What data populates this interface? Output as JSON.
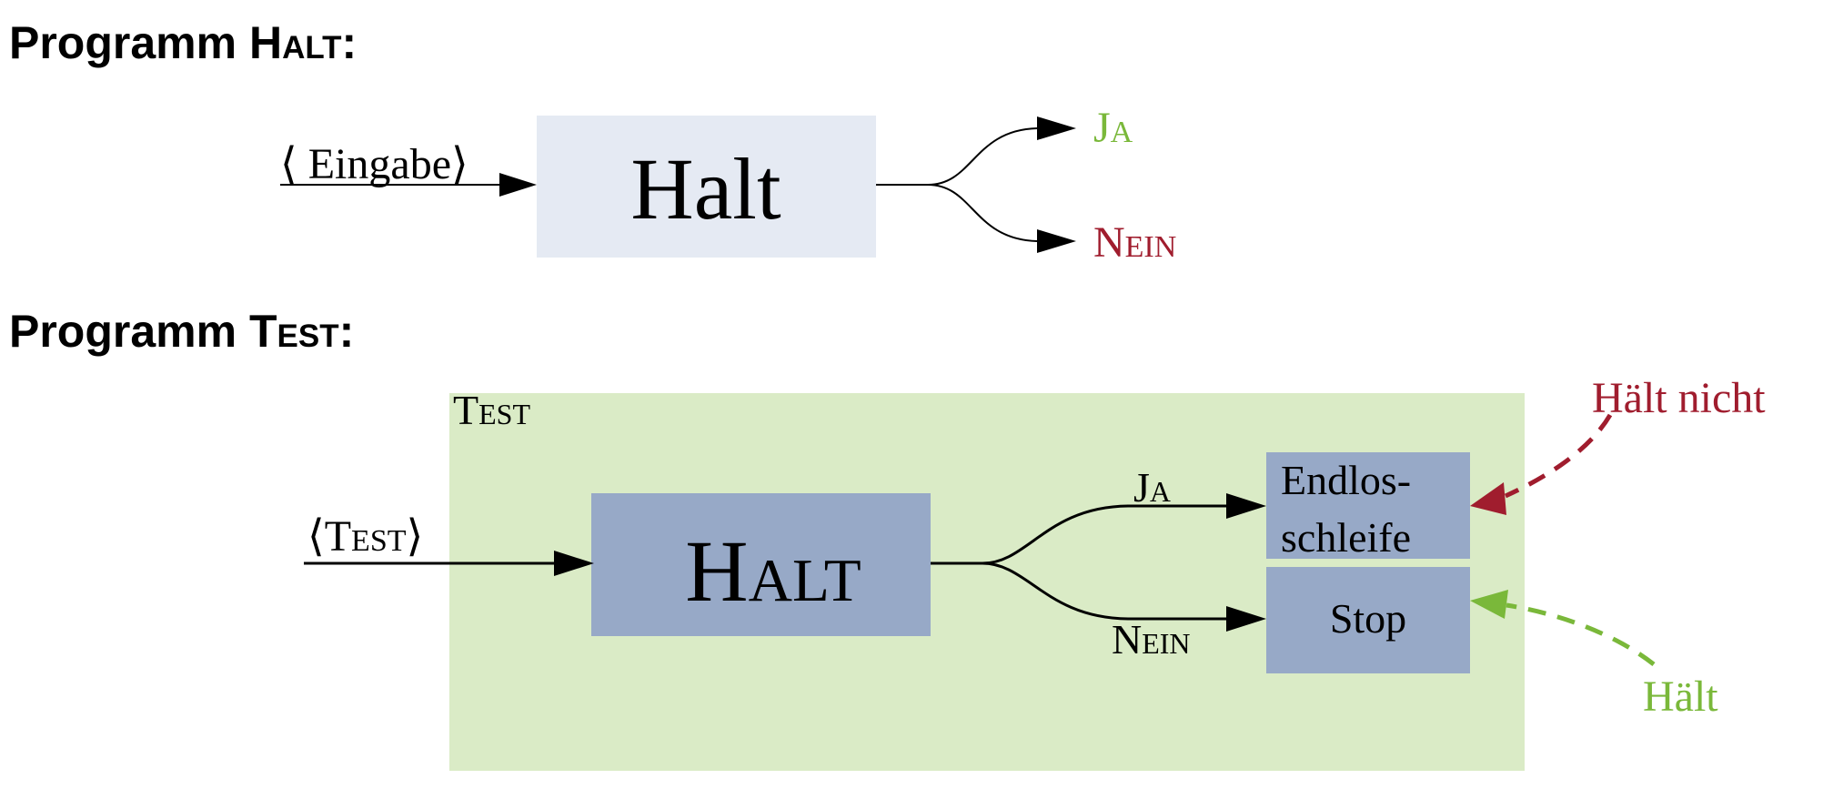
{
  "headings": {
    "halt": {
      "prefix": "Programm ",
      "name": "Halt",
      "suffix": ":"
    },
    "test": {
      "prefix": "Programm ",
      "name": "Test",
      "suffix": ":"
    }
  },
  "top_diagram": {
    "input_label": "⟨ Eingabe⟩",
    "box_label": "Halt",
    "output_yes": "Ja",
    "output_no": "Nein"
  },
  "bottom_diagram": {
    "container_label": "Test",
    "input_label": "⟨Test⟩",
    "box_label": "Halt",
    "branch_yes": "Ja",
    "branch_no": "Nein",
    "loop_box_line1": "Endlos-",
    "loop_box_line2": "schleife",
    "stop_box": "Stop",
    "annotation_not_halts": "Hält nicht",
    "annotation_halts": "Hält"
  },
  "colors": {
    "green": "#7ab83a",
    "red": "#a01d2e",
    "light_box": "#e5eaf3",
    "blue_box": "#97a9c7",
    "container": "#daebc6",
    "ink": "#000000"
  }
}
